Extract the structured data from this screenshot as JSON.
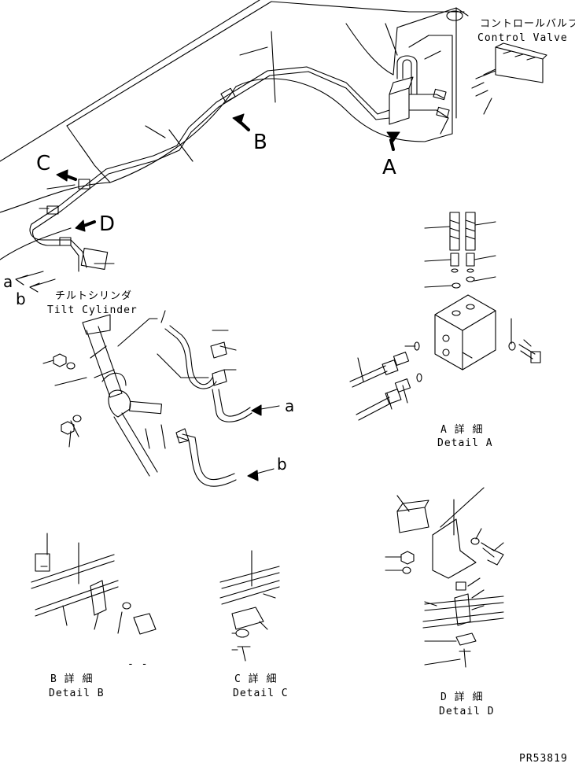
{
  "views": {
    "main": {
      "callout_a": "A",
      "callout_b": "B",
      "callout_c": "C",
      "callout_d": "D",
      "end_a": "a",
      "end_b": "b",
      "control_valve_jp": "コントロールバルブ",
      "control_valve_en": "Control Valve",
      "tilt_cylinder_jp": "チルトシリンダ",
      "tilt_cylinder_en": "Tilt Cylinder"
    },
    "tilt_cylinder_detail": {
      "arrow_a": "a",
      "arrow_b": "b"
    },
    "detail_a": {
      "title_jp": "A 詳 細",
      "title_en": "Detail A"
    },
    "detail_b": {
      "title_jp": "B 詳 細",
      "title_en": "Detail B",
      "mark": "- -"
    },
    "detail_c": {
      "title_jp": "C 詳 細",
      "title_en": "Detail C"
    },
    "detail_d": {
      "title_jp": "D 詳 細",
      "title_en": "Detail D"
    }
  },
  "drawing_code": "PR53819",
  "colors": {
    "ink": "#000000",
    "paper": "#ffffff"
  }
}
